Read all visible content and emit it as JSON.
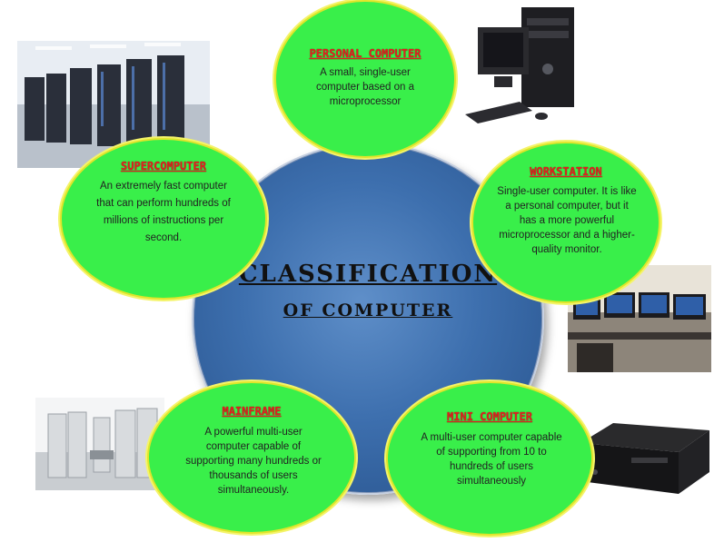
{
  "center": {
    "line1": "CLASSIFICATION",
    "line2": "OF COMPUTER"
  },
  "nodes": {
    "personal": {
      "title": "PERSONAL COMPUTER",
      "desc": "A small, single-user computer based on a microprocessor"
    },
    "supercomputer": {
      "title": "SUPERCOMPUTER",
      "desc": "An extremely fast computer that can perform hundreds of millions of instructions per second."
    },
    "workstation": {
      "title": "WORKSTATION",
      "desc": "Single-user computer. It is like a personal computer, but it has a more powerful microprocessor and a higher-quality monitor."
    },
    "mainframe": {
      "title": "MAINFRAME",
      "desc": "A powerful multi-user computer capable of supporting many hundreds or thousands of users simultaneously."
    },
    "mini": {
      "title": "MINI COMPUTER",
      "desc": "A multi-user computer capable of supporting from 10 to hundreds of users simultaneously"
    }
  },
  "colors": {
    "node_fill": "#39ef4a",
    "node_title": "#e02020",
    "center_fill": "#3d6fae"
  }
}
